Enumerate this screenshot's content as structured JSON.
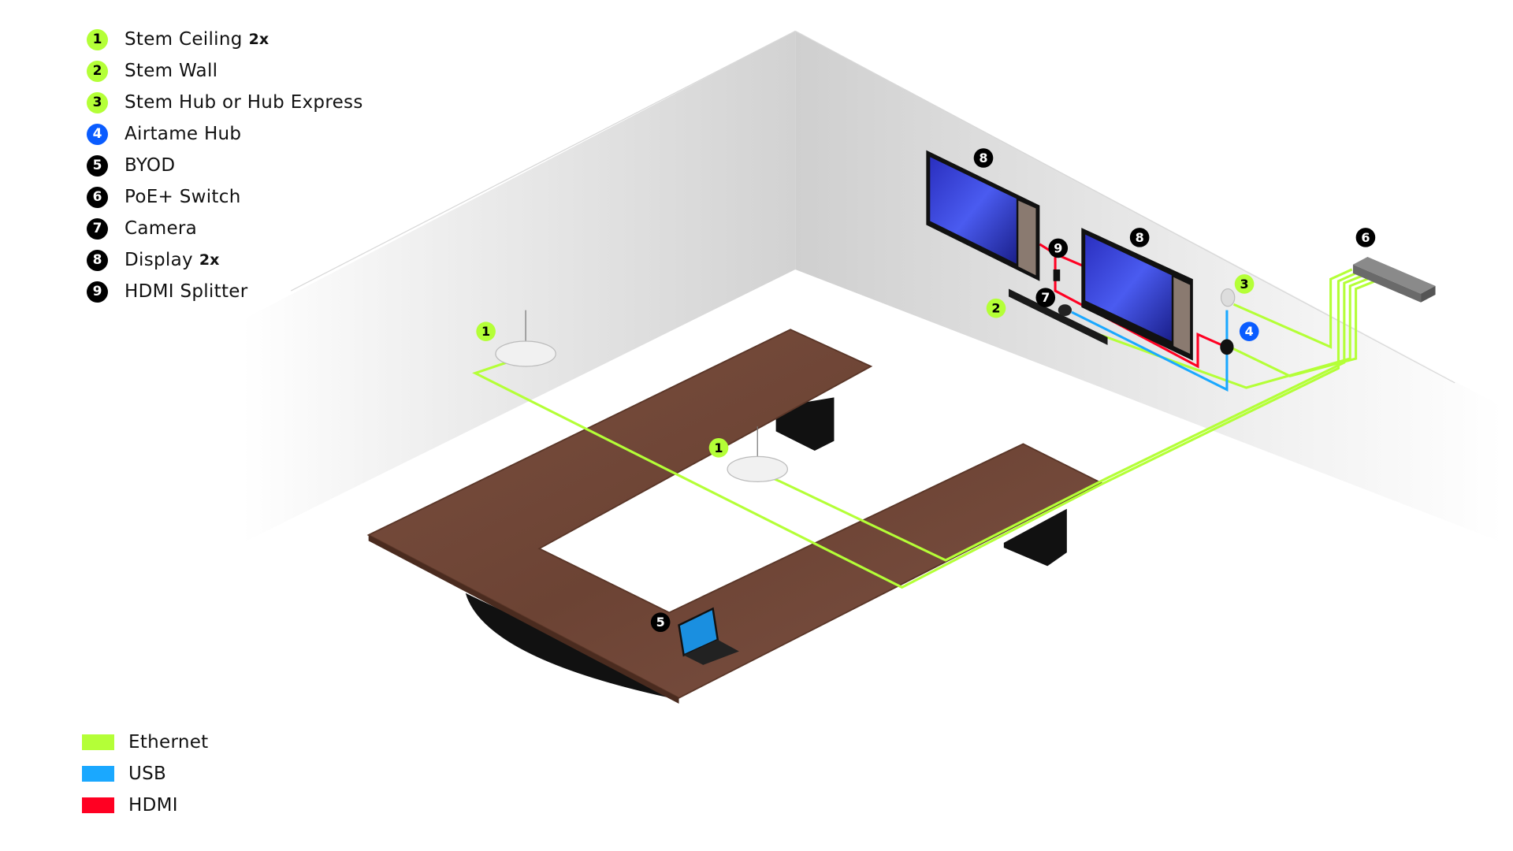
{
  "legend": {
    "items": [
      {
        "number": "1",
        "label": "Stem Ceiling",
        "qty": "2x",
        "color": "#b4ff37"
      },
      {
        "number": "2",
        "label": "Stem Wall",
        "qty": null,
        "color": "#b4ff37"
      },
      {
        "number": "3",
        "label": "Stem Hub or Hub Express",
        "qty": null,
        "color": "#b4ff37"
      },
      {
        "number": "4",
        "label": "Airtame Hub",
        "qty": null,
        "color": "#0a5cff"
      },
      {
        "number": "5",
        "label": "BYOD",
        "qty": null,
        "color": "#000000"
      },
      {
        "number": "6",
        "label": "PoE+ Switch",
        "qty": null,
        "color": "#000000"
      },
      {
        "number": "7",
        "label": "Camera",
        "qty": null,
        "color": "#000000"
      },
      {
        "number": "8",
        "label": "Display",
        "qty": "2x",
        "color": "#000000"
      },
      {
        "number": "9",
        "label": "HDMI Splitter",
        "qty": null,
        "color": "#000000"
      }
    ]
  },
  "cables": [
    {
      "label": "Ethernet",
      "color": "#b4ff37"
    },
    {
      "label": "USB",
      "color": "#1aa8ff"
    },
    {
      "label": "HDMI",
      "color": "#ff0022"
    }
  ],
  "diagram": {
    "badges": {
      "ceiling_a": "1",
      "ceiling_b": "1",
      "wall": "2",
      "hub": "3",
      "airtame": "4",
      "byod": "5",
      "switch": "6",
      "camera": "7",
      "display_a": "8",
      "display_b": "8",
      "splitter": "9"
    }
  }
}
